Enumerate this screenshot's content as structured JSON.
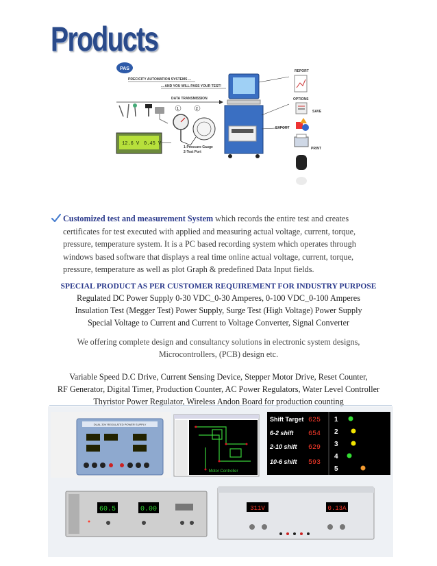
{
  "page": {
    "title": "Products"
  },
  "diagram": {
    "logo_text": "PAS",
    "tagline1": "PRECICITY AUTOMATION SYSTEMS ...",
    "tagline2": "... AND YOU WILL PASS YOUR TEST!",
    "data_transmission": "DATA TRANSMISSION",
    "display_left": "12.6 V",
    "display_right": "0.45 V",
    "marker1": "1",
    "marker2": "2",
    "legend1": "1-Pressure Gauge",
    "legend2": "2-Test Port",
    "report": "REPORT",
    "options": "OPTIONS",
    "save": "SAVE",
    "export": "EXPORT",
    "print": "PRINT"
  },
  "intro": {
    "highlight": "Customized test and measurement System",
    "body": " which records the entire test and creates certificates for test executed with applied and measuring actual voltage, current, torque, pressure, temperature system. It is a PC based recording system which operates through windows based software that displays a real time online actual voltage, current, torque, pressure, temperature as well as plot Graph & predefined Data Input fields."
  },
  "special": {
    "heading": "SPECIAL PRODUCT AS PER CUSTOMER REQUIREMENT FOR INDUSTRY PURPOSE",
    "lines": [
      "Regulated DC Power Supply 0-30 VDC_0-30 Amperes, 0-100 VDC_0-100 Amperes",
      "Insulation Test (Megger Test) Power Supply, Surge Test (High Voltage) Power Supply",
      "Special Voltage to Current and Current to Voltage Converter, Signal Converter"
    ]
  },
  "design": {
    "lines": [
      "We offering complete design and consultancy solutions in electronic system designs,",
      "Microcontrollers, (PCB) design etc."
    ]
  },
  "products": {
    "lines": [
      "Variable Speed D.C Drive, Current Sensing Device, Stepper Motor Drive, Reset Counter,",
      "RF Generator, Digital Timer, Production Counter, AC Power Regulators, Water Level Controller",
      "Thyristor Power Regulator, Wireless Andon Board for production counting"
    ]
  },
  "photos": {
    "psu_label": "DUAL 30V REGULATED POWER SUPPLY",
    "pcb_label": "Motor Controller",
    "andon": {
      "header": "Shift Target",
      "target": "625",
      "rows": [
        {
          "label": "6-2  shift",
          "value": "654"
        },
        {
          "label": "2-10 shift",
          "value": "629"
        },
        {
          "label": "10-6 shift",
          "value": "593"
        }
      ],
      "numbers": [
        "1",
        "2",
        "3",
        "4",
        "5"
      ]
    },
    "meter_left": "60.5",
    "meter_right": "0.00",
    "meter_v": "311V",
    "meter_a": "0.13A"
  },
  "colors": {
    "title": "#2a4a8a",
    "highlight": "#2b3a8c",
    "checkmark": "#4a7fd0",
    "led_green": "#33dd33",
    "led_red": "#ff3b2b",
    "andon_yellow": "#f2e400"
  }
}
